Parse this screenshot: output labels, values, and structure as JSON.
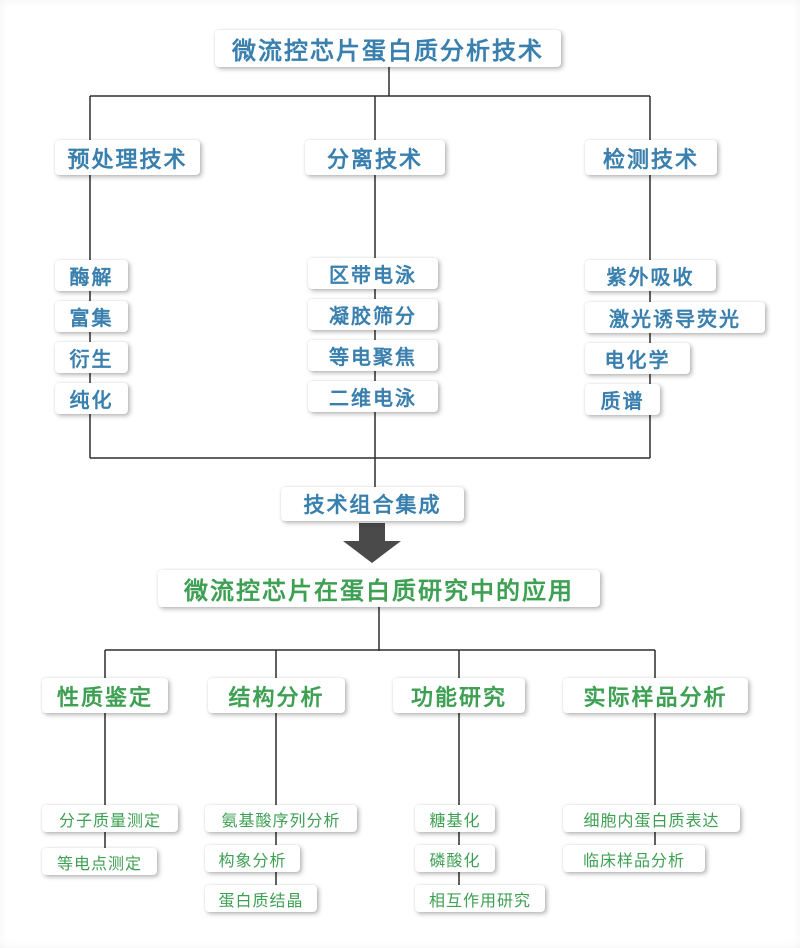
{
  "palette": {
    "blue_text": "#3a80ae",
    "green_text": "#3ea053",
    "connector": "#2e2e2e",
    "arrow": "#4a4a4a",
    "node_bg": "#ffffff"
  },
  "icons": {
    "down_arrow": "block-down-arrow"
  },
  "top": {
    "title": "微流控芯片蛋白质分析技术",
    "columns": [
      {
        "label": "预处理技术",
        "items": [
          "酶解",
          "富集",
          "衍生",
          "纯化"
        ]
      },
      {
        "label": "分离技术",
        "items": [
          "区带电泳",
          "凝胶筛分",
          "等电聚焦",
          "二维电泳"
        ]
      },
      {
        "label": "检测技术",
        "items": [
          "紫外吸收",
          "激光诱导荧光",
          "电化学",
          "质谱"
        ]
      }
    ],
    "merge_label": "技术组合集成"
  },
  "bottom": {
    "title": "微流控芯片在蛋白质研究中的应用",
    "columns": [
      {
        "label": "性质鉴定",
        "items": [
          "分子质量测定",
          "等电点测定"
        ]
      },
      {
        "label": "结构分析",
        "items": [
          "氨基酸序列分析",
          "构象分析",
          "蛋白质结晶"
        ]
      },
      {
        "label": "功能研究",
        "items": [
          "糖基化",
          "磷酸化",
          "相互作用研究"
        ]
      },
      {
        "label": "实际样品分析",
        "items": [
          "细胞内蛋白质表达",
          "临床样品分析"
        ]
      }
    ]
  }
}
